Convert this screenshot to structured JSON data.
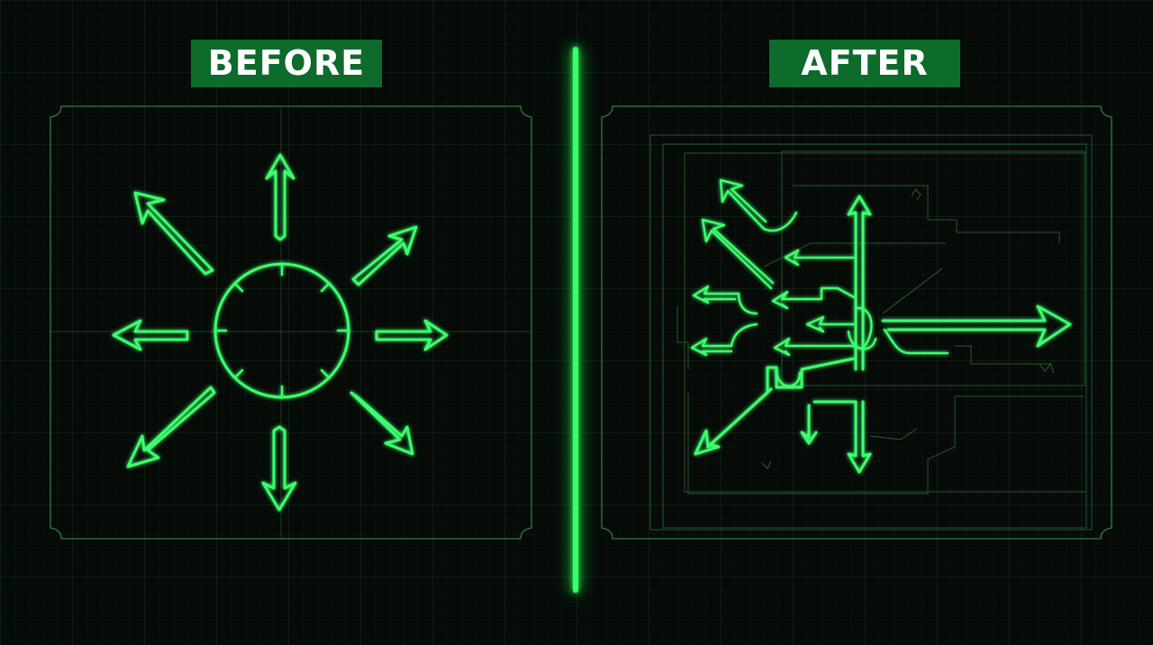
{
  "labels": {
    "before": "BEFORE",
    "after": "AFTER"
  },
  "colors": {
    "background": "#060b08",
    "neon_green": "#3dff6e",
    "label_bg": "#0d6b2c",
    "label_text": "#ffffff",
    "frame": "#2f7d3e"
  },
  "icons": {
    "before_graphic": "radial-arrows-around-circle",
    "after_graphic": "tangled-arrows-converging-to-one-arrow"
  }
}
